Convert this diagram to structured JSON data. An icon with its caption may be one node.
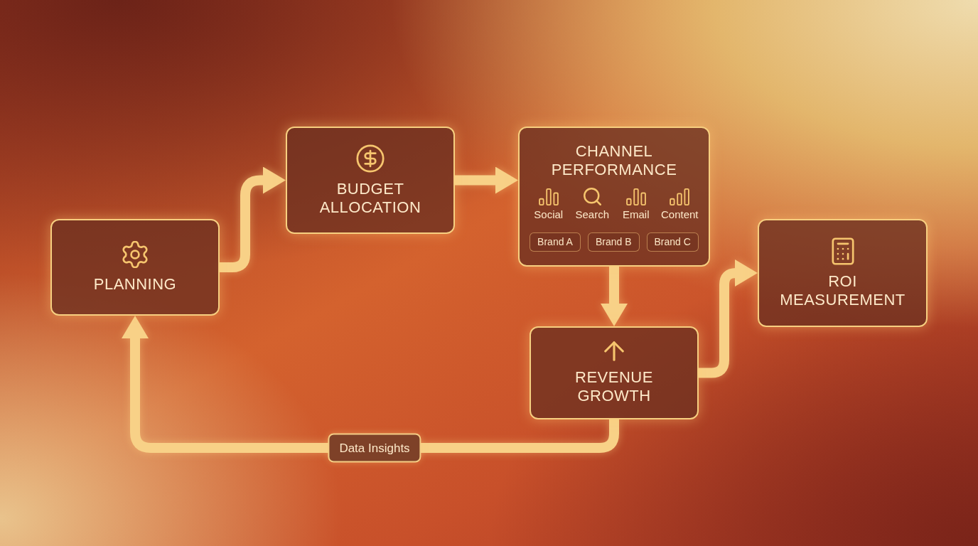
{
  "diagram": {
    "nodes": [
      {
        "text": [
          "PLANNING"
        ]
      },
      {
        "text": [
          "BUDGET ALLOCATION"
        ]
      },
      {
        "text": [
          "CHANNEL PERFORMANCE",
          "Social",
          "Search",
          "Email",
          "Content"
        ]
      },
      {
        "text": [
          "Brand A"
        ],
        "in": 2
      },
      {
        "text": [
          "Brand B"
        ],
        "in": 2
      },
      {
        "text": [
          "Brand C"
        ],
        "in": 2
      },
      {
        "text": [
          "REVENUE GROWTH"
        ]
      },
      {
        "text": [
          "ROI MEASUREMENT"
        ]
      }
    ],
    "edges": [
      {
        "from": 0,
        "to": 1,
        "arrow": "to"
      },
      {
        "from": 1,
        "to": 2,
        "arrow": "to"
      },
      {
        "from": 2,
        "to": 6,
        "arrow": "to"
      },
      {
        "from": 6,
        "to": 7,
        "arrow": "to"
      },
      {
        "from": 6,
        "to": 0,
        "arrow": "to",
        "label": "Data Insights"
      }
    ]
  }
}
